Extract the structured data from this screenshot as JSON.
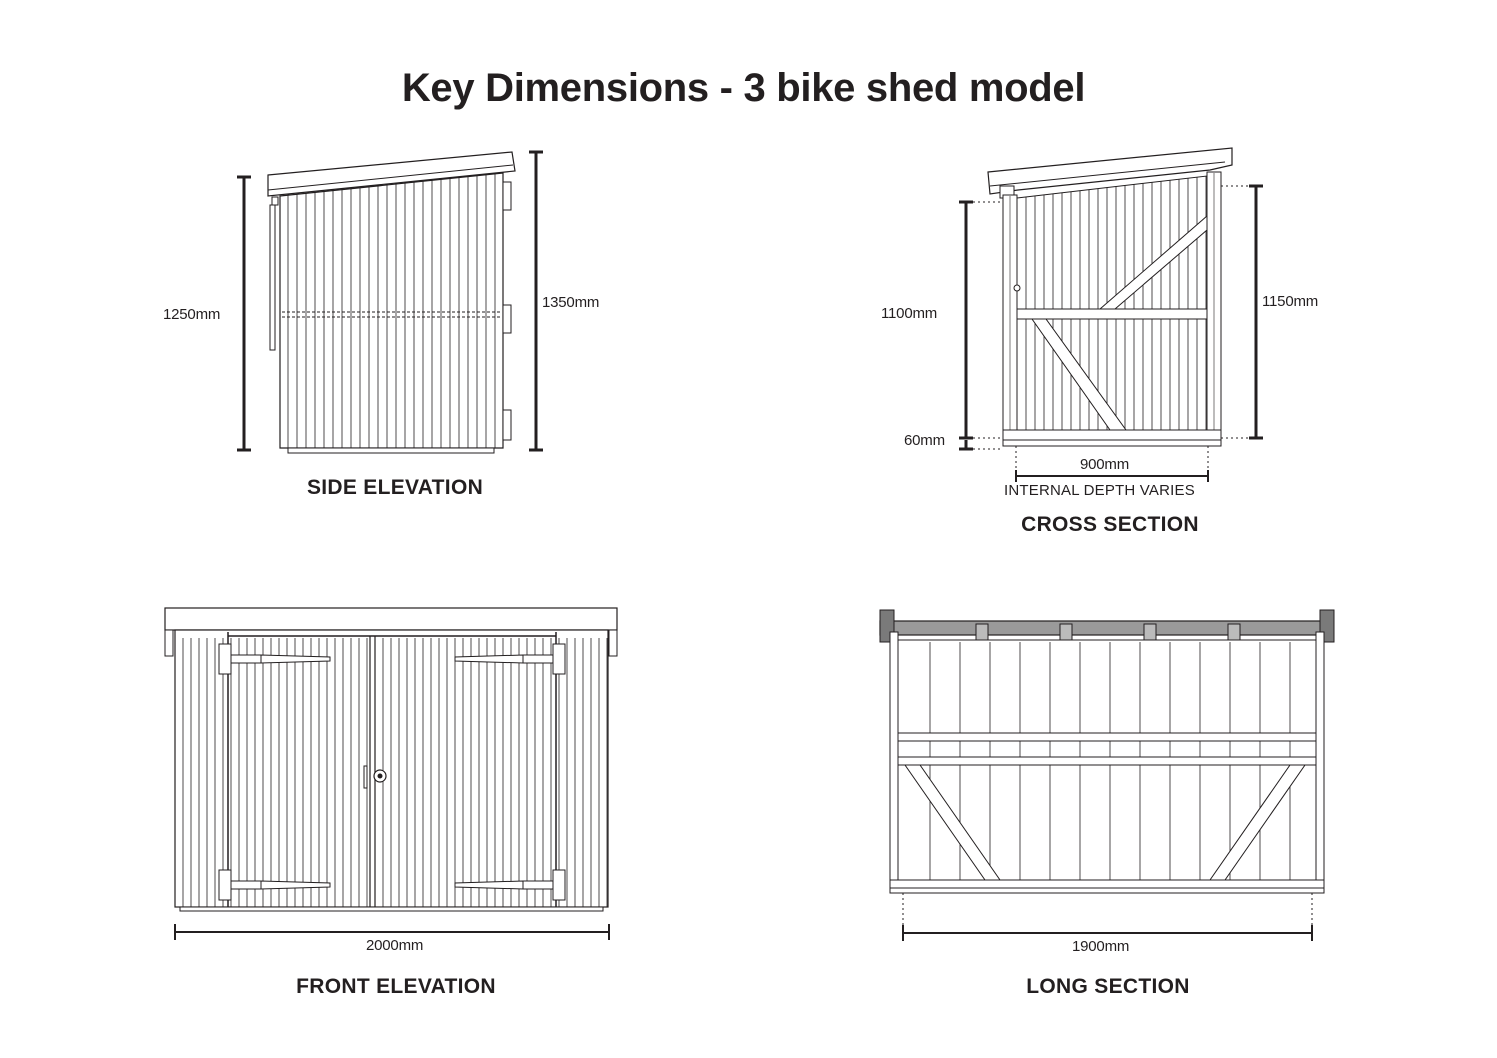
{
  "title": "Key Dimensions - 3 bike shed model",
  "views": {
    "side": {
      "caption": "SIDE ELEVATION",
      "height_front": "1250mm",
      "height_rear": "1350mm"
    },
    "cross": {
      "caption": "CROSS SECTION",
      "height_left": "1100mm",
      "height_base": "60mm",
      "height_right": "1150mm",
      "depth": "900mm",
      "note": "INTERNAL DEPTH VARIES"
    },
    "front": {
      "caption": "FRONT ELEVATION",
      "width": "2000mm"
    },
    "long": {
      "caption": "LONG SECTION",
      "width": "1900mm"
    }
  }
}
